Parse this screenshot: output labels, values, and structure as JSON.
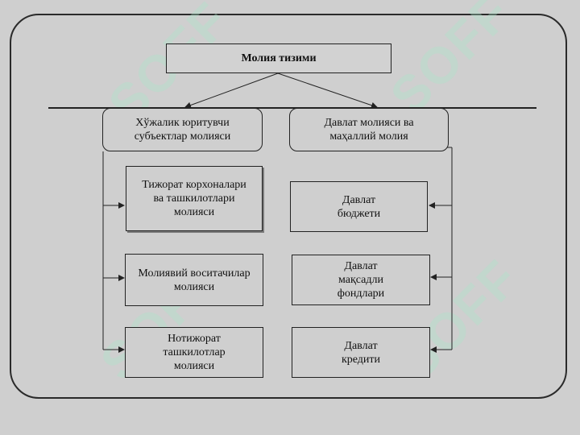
{
  "diagram": {
    "title": "Молия тизими",
    "branches": {
      "left": "Хўжалик юритувчи\nсубъектлар молияси",
      "right": "Давлат молияси ва\nмаҳаллий молия"
    },
    "left_items": [
      "Тижорат корхоналари\nва ташкилотлари\nмолияси",
      "Молиявий воситачилар\nмолияси",
      "Нотижорат\nташкилотлар\nмолияси"
    ],
    "right_items": [
      "Давлат\nбюджети",
      "Давлат\nмақсадли\nфондлари",
      "Давлат\nкредити"
    ]
  },
  "watermark": "SOFF",
  "colors": {
    "background": "#cfcfcf",
    "line": "#222222",
    "watermark": "#aae6c8"
  }
}
